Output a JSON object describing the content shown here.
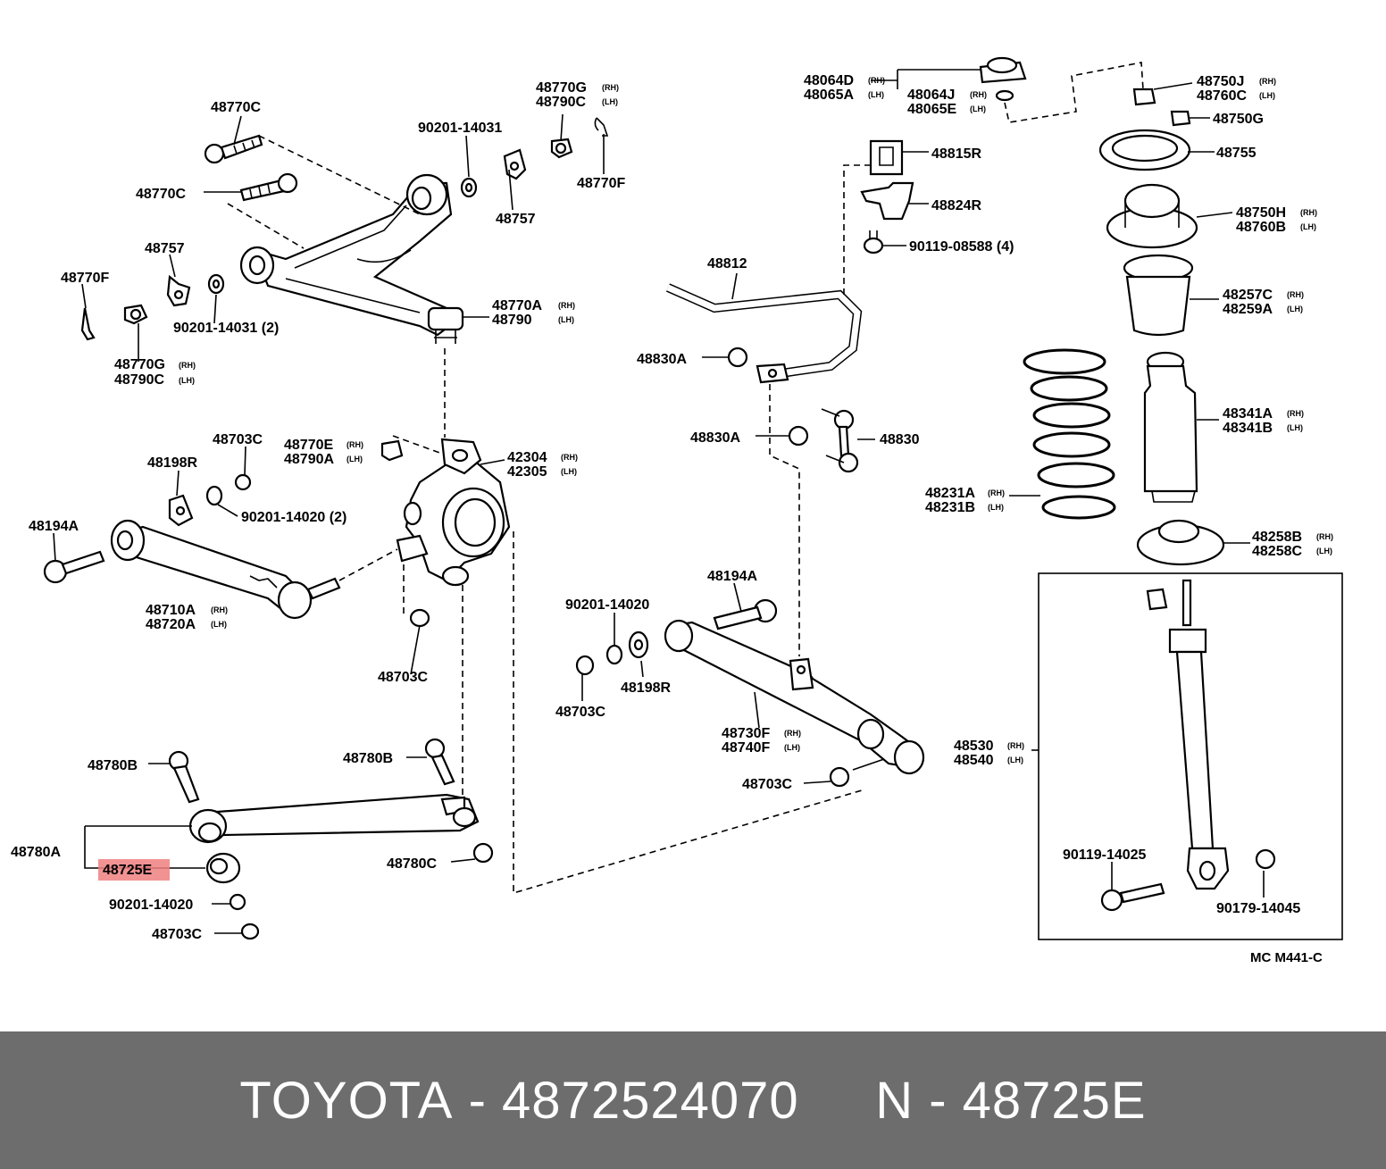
{
  "diagram": {
    "labels": {
      "l01": "48770C",
      "l02": "48770C",
      "l03": "48757",
      "l04": "48770F",
      "l05": "48770G",
      "l06": "48790C",
      "l07": "90201-14031 (2)",
      "l08": "90201-14031",
      "l09": "48757",
      "l10": "48770G",
      "l11": "48790C",
      "l12": "48770F",
      "l13": "48770A",
      "l14": "48790",
      "l15": "48703C",
      "l16": "48198R",
      "l17": "90201-14020 (2)",
      "l18": "48194A",
      "l19": "48710A",
      "l20": "48720A",
      "l21": "48770E",
      "l22": "48790A",
      "l23": "42304",
      "l24": "42305",
      "l25": "48703C",
      "l26": "48780B",
      "l27": "48780B",
      "l28": "48780A",
      "l29": "48725E",
      "l30": "48780C",
      "l31": "90201-14020",
      "l32": "48703C",
      "l33": "48064D",
      "l34": "48065A",
      "l35": "48064J",
      "l36": "48065E",
      "l37": "48815R",
      "l38": "48824R",
      "l39": "90119-08588 (4)",
      "l40": "48812",
      "l41": "48830A",
      "l42": "48830A",
      "l43": "48830",
      "l44": "48194A",
      "l45": "90201-14020",
      "l46": "48703C",
      "l47": "48198R",
      "l48": "48730F",
      "l49": "48740F",
      "l50": "48703C",
      "l51": "48750J",
      "l52": "48760C",
      "l53": "48750G",
      "l54": "48755",
      "l55": "48750H",
      "l56": "48760B",
      "l57": "48257C",
      "l58": "48259A",
      "l59": "48341A",
      "l60": "48341B",
      "l61": "48231A",
      "l62": "48231B",
      "l63": "48258B",
      "l64": "48258C",
      "l65": "48530",
      "l66": "48540",
      "l67": "90119-14025",
      "l68": "90179-14045",
      "l69": "MC M441-C"
    },
    "side_marks": {
      "rh": "(RH)",
      "lh": "(LH)"
    },
    "highlight_color": "#f08080"
  },
  "footer": {
    "brand": "TOYOTA",
    "part_number": "4872524070",
    "ref": "N - 48725E",
    "background": "#6d6d6d",
    "text_color": "#ffffff"
  }
}
